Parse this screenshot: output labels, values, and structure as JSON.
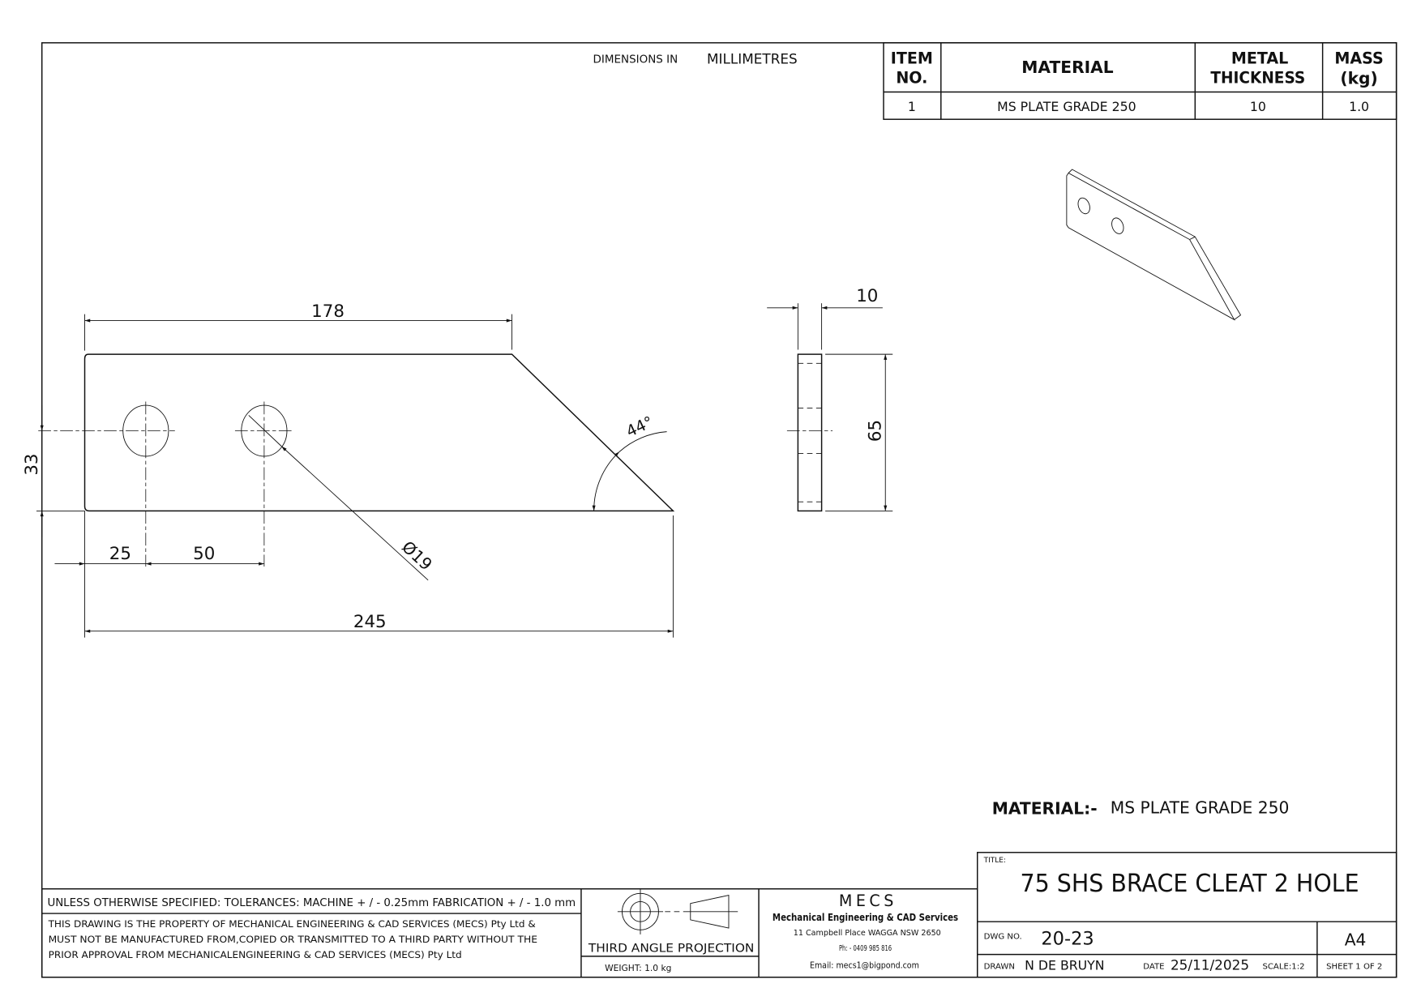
{
  "header": {
    "dimensions_label": "DIMENSIONS IN",
    "dimensions_unit": "MILLIMETRES"
  },
  "bom": {
    "headers": {
      "item_1": "ITEM",
      "item_2": "NO.",
      "material": "MATERIAL",
      "thickness_1": "METAL",
      "thickness_2": "THICKNESS",
      "mass_1": "MASS",
      "mass_2": "(kg)"
    },
    "rows": [
      {
        "item": "1",
        "material": "MS PLATE GRADE 250",
        "thickness": "10",
        "mass": "1.0"
      }
    ]
  },
  "dimensions": {
    "top_length": "178",
    "height": "33",
    "hole_offset": "25",
    "hole_pitch": "50",
    "overall_length": "245",
    "hole_dia": "Ø19",
    "angle": "44°",
    "thickness": "10",
    "width": "65"
  },
  "note": {
    "label": "MATERIAL:-",
    "value": "MS PLATE GRADE 250"
  },
  "title_block": {
    "tolerances": "UNLESS OTHERWISE SPECIFIED: TOLERANCES: MACHINE + / - 0.25mm  FABRICATION + / - 1.0 mm",
    "property_1": "THIS DRAWING IS THE PROPERTY OF MECHANICAL ENGINEERING & CAD SERVICES (MECS) Pty Ltd &",
    "property_2": "MUST NOT BE MANUFACTURED FROM,COPIED OR TRANSMITTED TO A THIRD PARTY WITHOUT THE",
    "property_3": "PRIOR APPROVAL FROM MECHANICALENGINEERING & CAD SERVICES (MECS) Pty Ltd",
    "projection": "THIRD ANGLE PROJECTION",
    "weight": "WEIGHT: 1.0 kg",
    "company_logo": "MECS",
    "company_name": "Mechanical Engineering & CAD Services",
    "address": "11 Campbell Place WAGGA NSW 2650",
    "phone": "Ph: - 0409 985 816",
    "email": "Email: mecs1@bigpond.com",
    "title_label": "TITLE:",
    "title": "75 SHS BRACE CLEAT 2 HOLE",
    "dwg_label": "DWG NO.",
    "dwg_no": "20-23",
    "size": "A4",
    "drawn_label": "DRAWN",
    "drawn_by": "N DE BRUYN",
    "date_label": "DATE",
    "date": "25/11/2025",
    "scale": "SCALE:1:2",
    "sheet": "SHEET 1 OF 2"
  }
}
